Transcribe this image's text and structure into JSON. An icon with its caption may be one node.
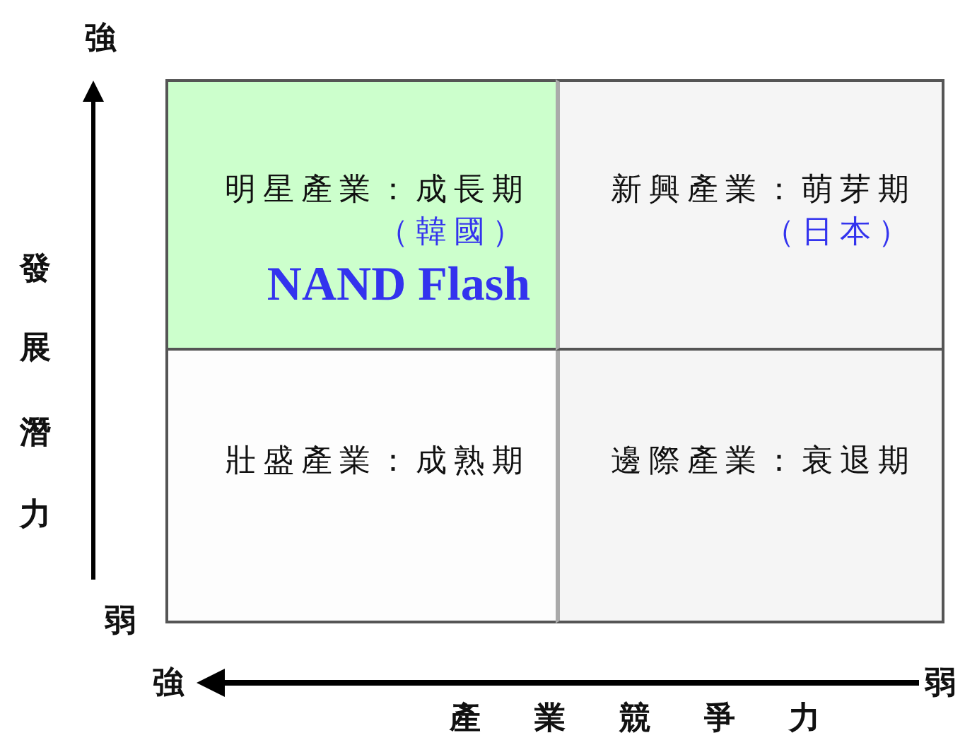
{
  "diagram": {
    "nodes": [
      {
        "text": [
          "明星產業：成長期",
          "（韓國）",
          "NAND Flash"
        ]
      },
      {
        "text": [
          "新興產業：萌芽期",
          "（日本）"
        ]
      },
      {
        "text": [
          "壯盛產業：成熟期"
        ]
      },
      {
        "text": [
          "邊際產業：衰退期"
        ]
      }
    ],
    "labels": [
      "強",
      "發展潛力",
      "弱",
      "強",
      "弱",
      "產業競爭力"
    ]
  }
}
